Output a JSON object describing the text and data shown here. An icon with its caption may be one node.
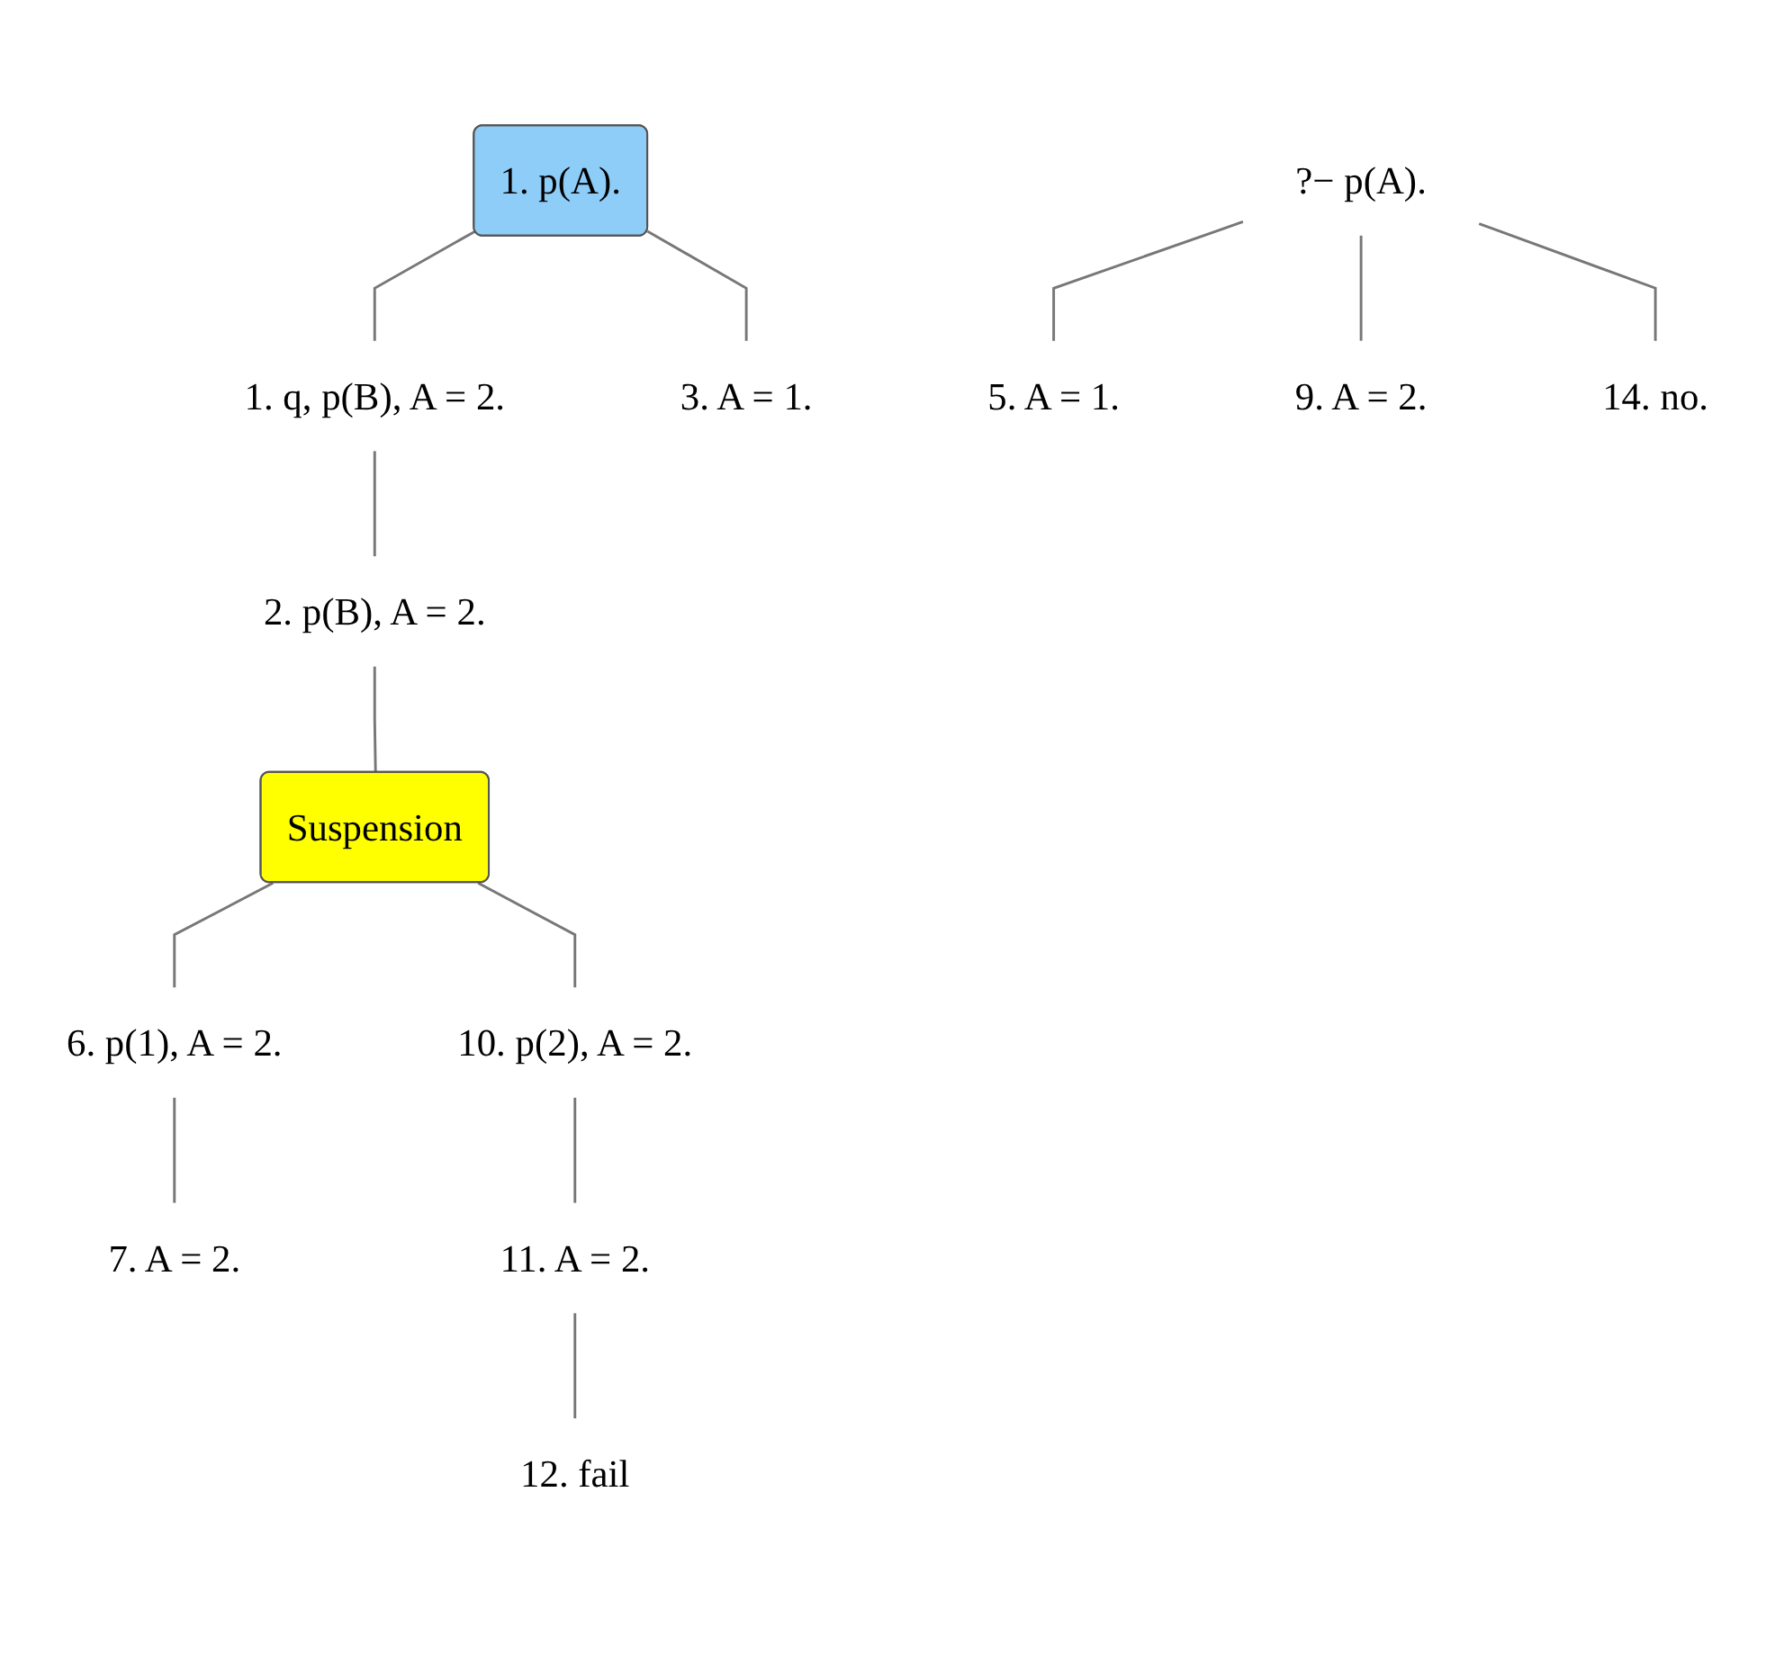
{
  "diagram": {
    "nodes": [
      {
        "text": [
          "1. p(A)."
        ]
      },
      {
        "text": [
          "1. q, p(B), A = 2."
        ]
      },
      {
        "text": [
          "3. A = 1."
        ]
      },
      {
        "text": [
          "2. p(B), A = 2."
        ]
      },
      {
        "text": [
          "Suspension"
        ]
      },
      {
        "text": [
          "6. p(1), A = 2."
        ]
      },
      {
        "text": [
          "10. p(2), A = 2."
        ]
      },
      {
        "text": [
          "7. A = 2."
        ]
      },
      {
        "text": [
          "11. A = 2."
        ]
      },
      {
        "text": [
          "12. fail"
        ]
      },
      {
        "text": [
          "?− p(A)."
        ]
      },
      {
        "text": [
          "5. A = 1."
        ]
      },
      {
        "text": [
          "9. A = 2."
        ]
      },
      {
        "text": [
          "14. no."
        ]
      }
    ],
    "edges": [
      {
        "from": 0,
        "to": 1,
        "arrow": "none"
      },
      {
        "from": 0,
        "to": 2,
        "arrow": "none"
      },
      {
        "from": 1,
        "to": 3,
        "arrow": "none"
      },
      {
        "from": 3,
        "to": 4,
        "arrow": "none"
      },
      {
        "from": 4,
        "to": 5,
        "arrow": "none"
      },
      {
        "from": 4,
        "to": 6,
        "arrow": "none"
      },
      {
        "from": 5,
        "to": 7,
        "arrow": "none"
      },
      {
        "from": 6,
        "to": 8,
        "arrow": "none"
      },
      {
        "from": 8,
        "to": 9,
        "arrow": "none"
      },
      {
        "from": 10,
        "to": 11,
        "arrow": "none"
      },
      {
        "from": 10,
        "to": 12,
        "arrow": "none"
      },
      {
        "from": 10,
        "to": 13,
        "arrow": "none"
      }
    ]
  }
}
